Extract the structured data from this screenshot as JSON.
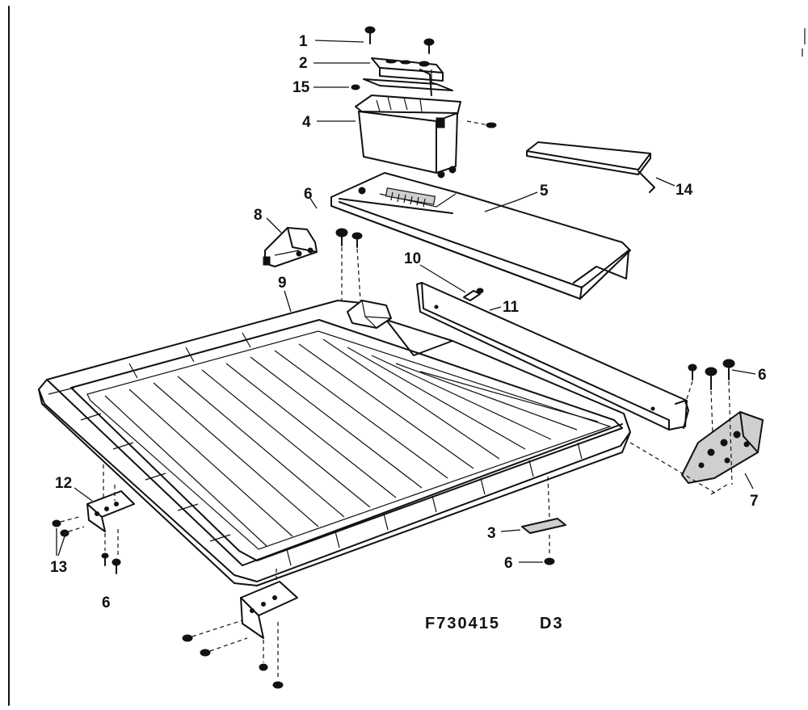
{
  "diagram": {
    "figure_code": "F730415",
    "figure_code_suffix": "D3",
    "callouts": {
      "c1": "1",
      "c2": "2",
      "c15": "15",
      "c4": "4",
      "c14": "14",
      "c5": "5",
      "c6_top": "6",
      "c8": "8",
      "c10": "10",
      "c9": "9",
      "c11": "11",
      "c6_right": "6",
      "c7": "7",
      "c12": "12",
      "c13": "13",
      "c6_left": "6",
      "c3": "3",
      "c6_bottom": "6"
    }
  }
}
